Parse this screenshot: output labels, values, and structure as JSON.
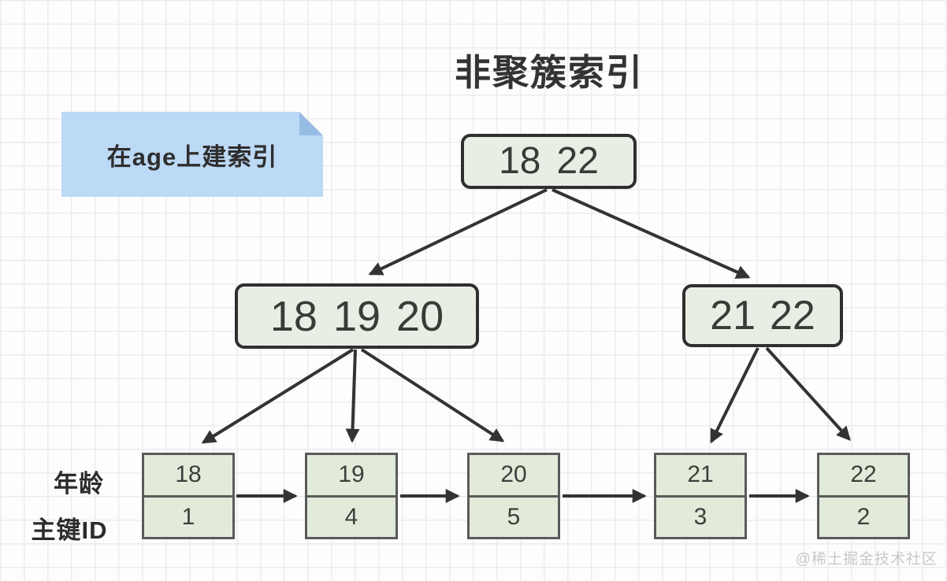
{
  "title": "非聚簇索引",
  "note": {
    "text": "在age上建索引"
  },
  "tree": {
    "root": {
      "keys": [
        "18",
        "22"
      ]
    },
    "internal_left": {
      "keys": [
        "18",
        "19",
        "20"
      ]
    },
    "internal_right": {
      "keys": [
        "21",
        "22"
      ]
    }
  },
  "row_labels": {
    "age": "年龄",
    "id": "主键ID"
  },
  "leaves": [
    {
      "age": "18",
      "id": "1"
    },
    {
      "age": "19",
      "id": "4"
    },
    {
      "age": "20",
      "id": "5"
    },
    {
      "age": "21",
      "id": "3"
    },
    {
      "age": "22",
      "id": "2"
    }
  ],
  "watermark": "@稀土掘金技术社区",
  "colors": {
    "arrow": "#333333",
    "node_fill": "#e9eee5",
    "node_border": "#2f2f2f",
    "leaf_fill": "#e2ebda",
    "leaf_border": "#5a5a5a",
    "note_fill": "#bcd9f5",
    "note_fold": "#98bde5",
    "grid_line": "#ececec",
    "title_text": "#333333",
    "watermark_text": "#c9c9c9"
  }
}
